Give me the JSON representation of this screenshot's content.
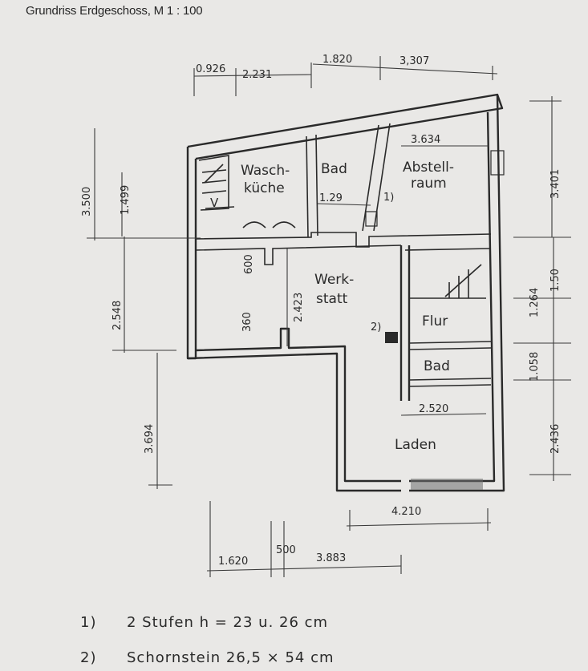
{
  "title": "Grundriss Erdgeschoss,  M 1 : 100",
  "rooms": {
    "waschkueche_1": "Wasch-",
    "waschkueche_2": "küche",
    "bad_top": "Bad",
    "abstellraum_1": "Abstell-",
    "abstellraum_2": "raum",
    "werkstatt_1": "Werk-",
    "werkstatt_2": "statt",
    "flur": "Flur",
    "bad_bottom": "Bad",
    "laden": "Laden"
  },
  "dimensions": {
    "d0926": "0.926",
    "d2231": "2.231",
    "d182": "1.820",
    "d3307": "3,307",
    "d3634": "3.634",
    "d129": "1.29",
    "d3500": "3.500",
    "d1499": "1.499",
    "d2548": "2.548",
    "d600": "600",
    "d2423": "2.423",
    "d360": "360",
    "d3694": "3.694",
    "d3401": "3.401",
    "d150": "1.50",
    "d1264": "1.264",
    "d1058": "1.058",
    "d2436": "2.436",
    "d2520": "2.520",
    "d4210": "4.210",
    "d1620": "1.620",
    "d500": "500",
    "d3883": "3.883"
  },
  "markers": {
    "m1": "1)",
    "m2": "2)"
  },
  "notes": [
    {
      "num": "1)",
      "text": "2 Stufen  h = 23 u. 26 cm"
    },
    {
      "num": "2)",
      "text": "Schornstein  26,5 × 54 cm"
    }
  ]
}
